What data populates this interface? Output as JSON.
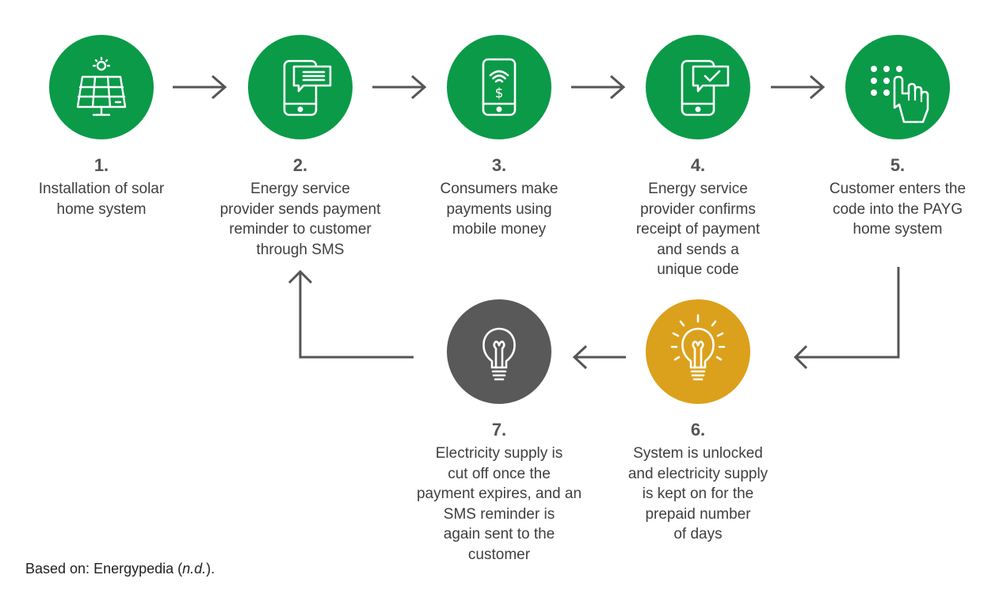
{
  "colors": {
    "green": "#0b9a48",
    "gold": "#dba11c",
    "grey": "#595959",
    "arrow": "#555555"
  },
  "steps": [
    {
      "number": "1.",
      "text": "Installation of solar\nhome system",
      "icon": "solar-panel-icon"
    },
    {
      "number": "2.",
      "text": "Energy service\nprovider sends payment\nreminder to customer\nthrough SMS",
      "icon": "phone-message-icon"
    },
    {
      "number": "3.",
      "text": "Consumers make\npayments using\nmobile money",
      "icon": "phone-payment-icon"
    },
    {
      "number": "4.",
      "text": "Energy service\nprovider confirms\nreceipt of payment\nand sends a\nunique code",
      "icon": "phone-confirm-icon"
    },
    {
      "number": "5.",
      "text": "Customer enters the\ncode into the PAYG\nhome system",
      "icon": "keypad-hand-icon"
    },
    {
      "number": "6.",
      "text": "System is unlocked\nand electricity supply\nis kept on for the\nprepaid number\nof days",
      "icon": "lightbulb-on-icon"
    },
    {
      "number": "7.",
      "text": "Electricity supply is\ncut off once the\npayment expires, and an\nSMS reminder is\nagain sent to the\ncustomer",
      "icon": "lightbulb-off-icon"
    }
  ],
  "footer": {
    "prefix": "Based on: Energypedia (",
    "italic": "n.d.",
    "suffix": ")."
  }
}
